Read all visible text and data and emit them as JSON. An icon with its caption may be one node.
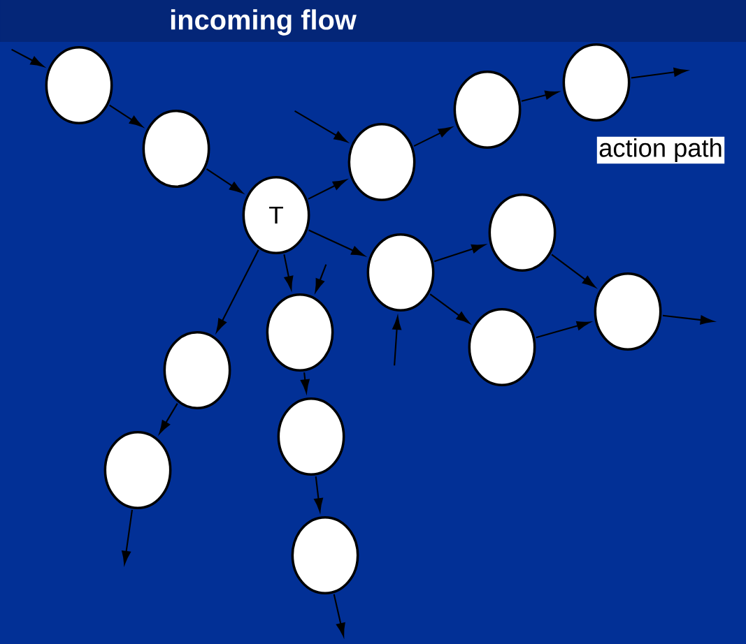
{
  "diagram": {
    "title": "incoming flow",
    "nodes": [
      {
        "text": [],
        "shape": "circle"
      },
      {
        "text": [],
        "shape": "circle"
      },
      {
        "text": [
          "T"
        ]
      },
      {
        "text": [],
        "shape": "circle"
      },
      {
        "text": [],
        "shape": "circle"
      },
      {
        "text": [],
        "shape": "circle"
      },
      {
        "text": [],
        "shape": "circle"
      },
      {
        "text": [],
        "shape": "circle"
      },
      {
        "text": [],
        "shape": "circle"
      },
      {
        "text": [],
        "shape": "circle"
      },
      {
        "text": [],
        "shape": "circle"
      },
      {
        "text": [],
        "shape": "circle"
      },
      {
        "text": [],
        "shape": "circle"
      },
      {
        "text": [],
        "shape": "circle"
      },
      {
        "text": [],
        "shape": "circle"
      }
    ],
    "edges": [
      {
        "from": null,
        "to": 0,
        "arrow": "to"
      },
      {
        "from": 0,
        "to": 1,
        "arrow": "to"
      },
      {
        "from": 1,
        "to": 2,
        "arrow": "to"
      },
      {
        "from": 2,
        "to": 3,
        "arrow": "to"
      },
      {
        "from": null,
        "to": 3,
        "arrow": "to"
      },
      {
        "from": 3,
        "to": 4,
        "arrow": "to"
      },
      {
        "from": 4,
        "to": 5,
        "arrow": "to"
      },
      {
        "from": 5,
        "to": null,
        "arrow": "to"
      },
      {
        "from": 2,
        "to": 6,
        "arrow": "to"
      },
      {
        "from": 6,
        "to": 7,
        "arrow": "to"
      },
      {
        "from": 6,
        "to": 9,
        "arrow": "to"
      },
      {
        "from": 7,
        "to": 8,
        "arrow": "to"
      },
      {
        "from": 9,
        "to": 8,
        "arrow": "to"
      },
      {
        "from": 8,
        "to": null,
        "arrow": "to"
      },
      {
        "from": null,
        "to": 6,
        "arrow": "to"
      },
      {
        "from": 2,
        "to": 10,
        "arrow": "to"
      },
      {
        "from": 10,
        "to": 11,
        "arrow": "to"
      },
      {
        "from": 11,
        "to": null,
        "arrow": "to"
      },
      {
        "from": 2,
        "to": 12,
        "arrow": "to"
      },
      {
        "from": null,
        "to": 12,
        "arrow": "to"
      },
      {
        "from": 12,
        "to": 13,
        "arrow": "to"
      },
      {
        "from": 13,
        "to": 14,
        "arrow": "to"
      },
      {
        "from": 14,
        "to": null,
        "arrow": "to"
      }
    ],
    "labels": [
      "action path"
    ]
  }
}
